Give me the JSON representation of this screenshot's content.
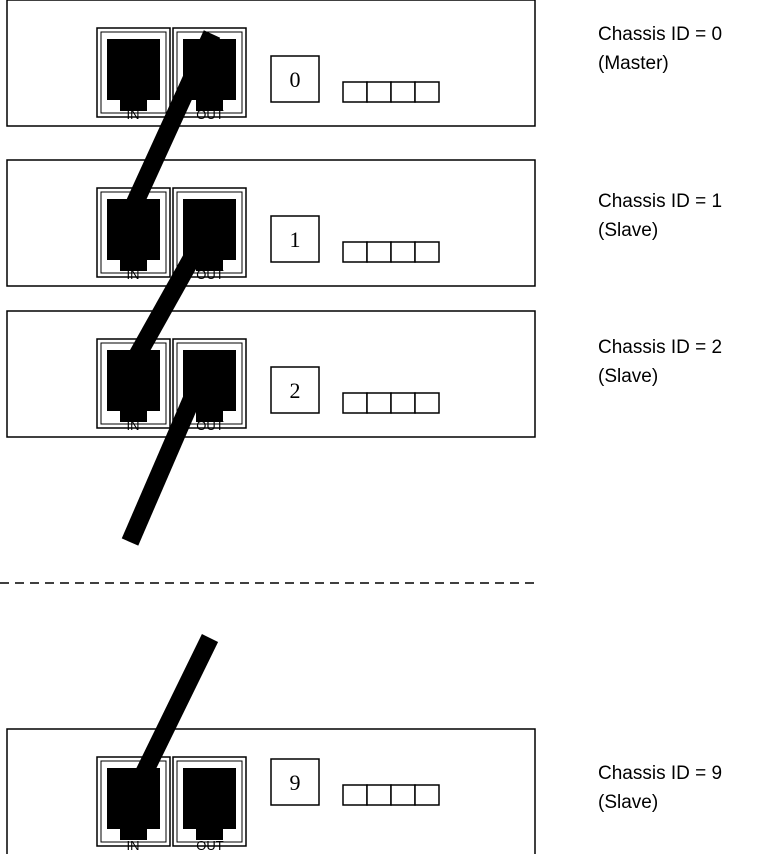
{
  "chassis": [
    {
      "id_digit": "0",
      "port_in": "IN",
      "port_out": "OUT",
      "title": "Chassis ID = 0",
      "role": "(Master)"
    },
    {
      "id_digit": "1",
      "port_in": "IN",
      "port_out": "OUT",
      "title": "Chassis ID = 1",
      "role": "(Slave)"
    },
    {
      "id_digit": "2",
      "port_in": "IN",
      "port_out": "OUT",
      "title": "Chassis ID = 2",
      "role": "(Slave)"
    },
    {
      "id_digit": "9",
      "port_in": "IN",
      "port_out": "OUT",
      "title": "Chassis ID = 9",
      "role": "(Slave)"
    }
  ],
  "colors": {
    "line": "#000000",
    "background": "#ffffff"
  }
}
